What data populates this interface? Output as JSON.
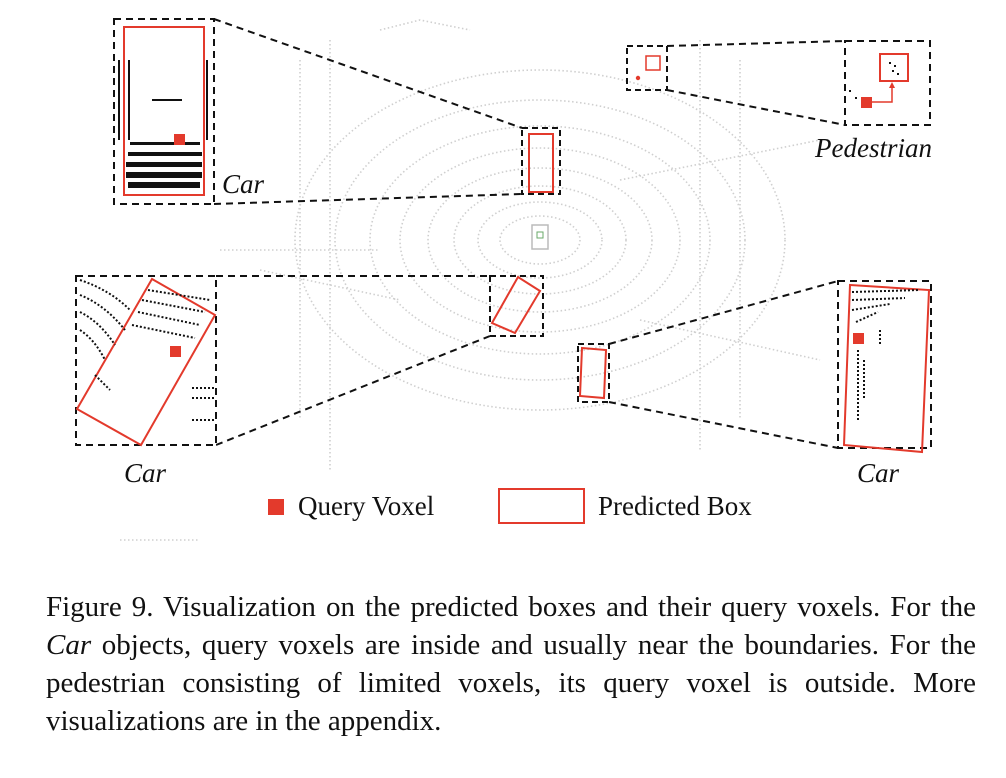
{
  "figure": {
    "labels": {
      "car_top_left": "Car",
      "pedestrian": "Pedestrian",
      "car_bottom_left": "Car",
      "car_bottom_right": "Car"
    },
    "legend": {
      "query_voxel": "Query Voxel",
      "predicted_box": "Predicted Box"
    },
    "colors": {
      "box": "#e33a2c",
      "voxel": "#e33a2c",
      "points": "#111111",
      "scene_points": "#c8c8c8"
    }
  },
  "caption": {
    "prefix": "Figure 9. Visualization on the predicted boxes and their query voxels. For the ",
    "emphasis": "Car",
    "suffix": " objects, query voxels are inside and usually near the boundaries. For the pedestrian consisting of limited voxels, its query voxel is outside. More visualizations are in the appendix."
  }
}
